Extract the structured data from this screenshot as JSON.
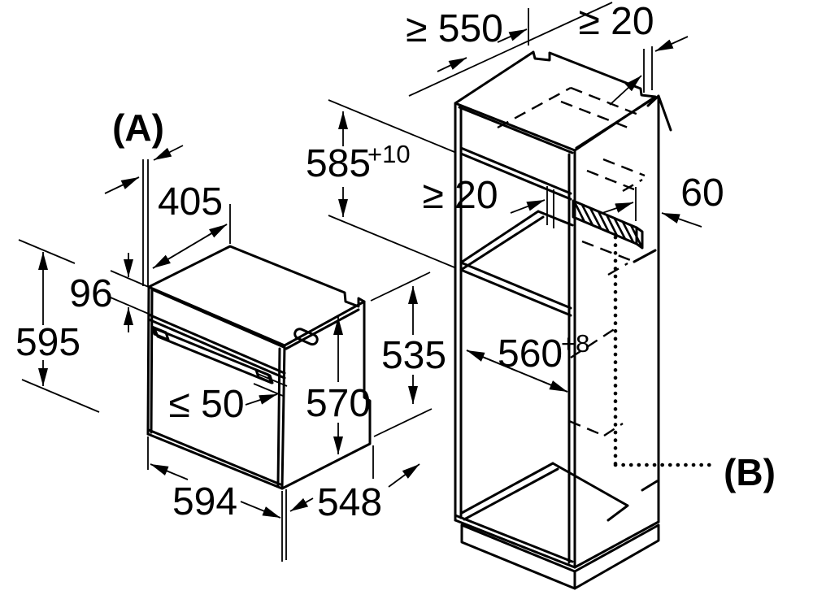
{
  "diagram": {
    "title": "built-in oven installation dimensions",
    "background": "#ffffff",
    "line_color": "#000000",
    "views": {
      "oven": {
        "label": "(A)",
        "dims": {
          "top_depth": "405",
          "panel_height": "96",
          "height": "595",
          "handle_depth": "≤ 50",
          "body_height": "570",
          "rear_height": "535",
          "width": "594",
          "body_depth": "548"
        }
      },
      "cabinet": {
        "label": "(B)",
        "dims": {
          "min_depth": "≥ 550",
          "top_rear_gap": "≥ 20",
          "niche_height": "585",
          "niche_height_tol": "+10",
          "mid_rear_gap": "≥ 20",
          "rear_channel_depth": "60",
          "niche_width": "560",
          "niche_width_tol": "+8"
        }
      }
    }
  }
}
